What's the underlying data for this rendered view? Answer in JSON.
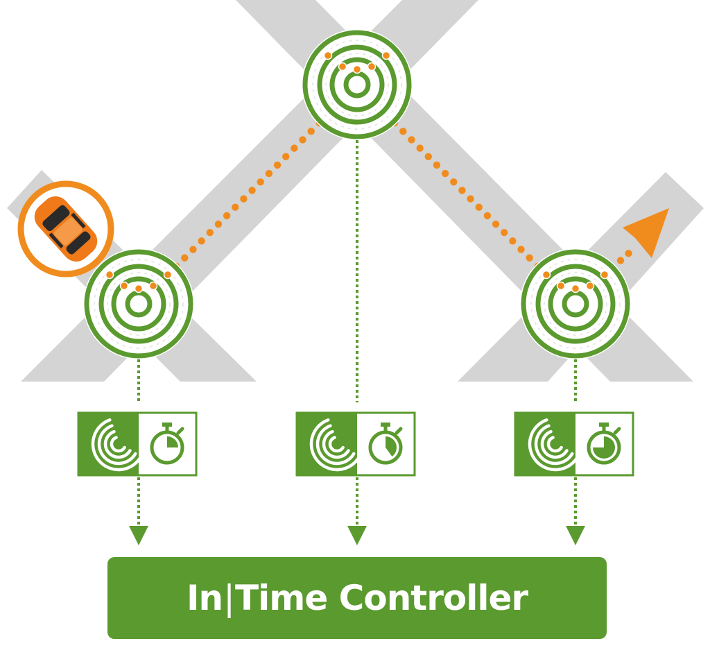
{
  "colors": {
    "road": "#d4d4d4",
    "green": "#5a9a2e",
    "orange": "#f08c1e",
    "car_body": "#f07a1a",
    "white": "#ffffff"
  },
  "controller": {
    "label_left": "In",
    "separator": "|",
    "label_right": "Time Controller"
  },
  "icons": {
    "sensor": "radar-waves-icon",
    "timer": "stopwatch-icon",
    "vehicle": "car-icon",
    "direction": "arrow-icon"
  },
  "intersections": [
    {
      "name": "intersection-left",
      "timer_fraction": 0.25
    },
    {
      "name": "intersection-center",
      "timer_fraction": 0.4
    },
    {
      "name": "intersection-right",
      "timer_fraction": 0.75
    }
  ]
}
